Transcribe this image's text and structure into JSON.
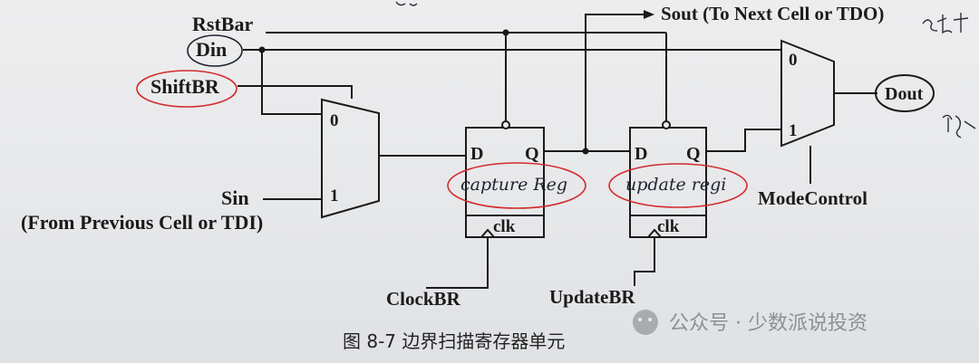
{
  "diagram": {
    "signals": {
      "rstbar": "RstBar",
      "din": "Din",
      "shiftbr": "ShiftBR",
      "sin": "Sin",
      "sin_note": "(From Previous Cell or TDI)",
      "sout": "Sout (To Next Cell or TDO)",
      "dout": "Dout",
      "modecontrol": "ModeControl",
      "clockbr": "ClockBR",
      "updatebr": "UpdateBR"
    },
    "mux_inputs": {
      "zero": "0",
      "one": "1"
    },
    "flipflop_pins": {
      "d": "D",
      "q": "Q",
      "clk": "clk"
    },
    "handwritten": {
      "capture": "capture Reg",
      "update": "update regi"
    },
    "caption": "图 8-7   边界扫描寄存器单元",
    "watermark": "公众号 · 少数派说投资"
  }
}
